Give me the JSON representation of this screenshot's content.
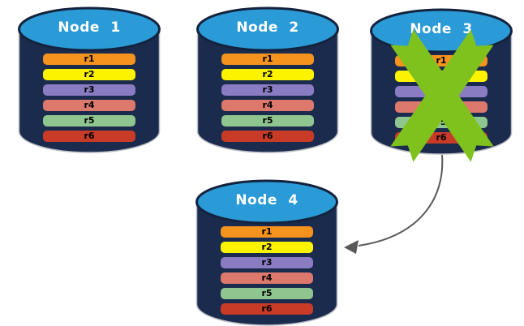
{
  "diagram": {
    "nodes": [
      {
        "label": "Node 1",
        "failed": false,
        "replicas": [
          "r1",
          "r2",
          "r3",
          "r4",
          "r5",
          "r6"
        ]
      },
      {
        "label": "Node 2",
        "failed": false,
        "replicas": [
          "r1",
          "r2",
          "r3",
          "r4",
          "r5",
          "r6"
        ]
      },
      {
        "label": "Node 3",
        "failed": true,
        "replicas": [
          "r1",
          "r2",
          "r3",
          "r4",
          "r5",
          "r6"
        ]
      },
      {
        "label": "Node 4",
        "failed": false,
        "replicas": [
          "r1",
          "r2",
          "r3",
          "r4",
          "r5",
          "r6"
        ]
      }
    ],
    "replica_palette": [
      "#F6921E",
      "#FBF300",
      "#8A7CC2",
      "#DD786C",
      "#8FC68F",
      "#C83B27"
    ],
    "arrow": {
      "from": "Node 3",
      "to": "Node 4"
    },
    "colors": {
      "cylinder_body": "#1B2B4E",
      "cylinder_top": "#2B9BD7",
      "cylinder_top_stroke": "#14233D",
      "cylinder_outline": "#B9BCC4",
      "failure_x": "#7FC21E",
      "arrow": "#595959",
      "bar_text": "#000000",
      "node_label_text": "#FFFFFF",
      "background": "#FFFFFF"
    }
  }
}
